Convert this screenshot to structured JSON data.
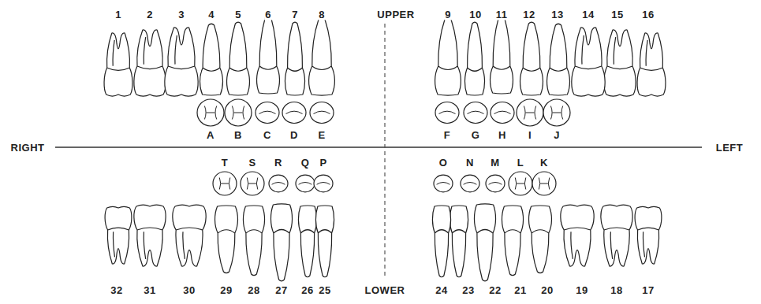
{
  "diagram": {
    "labels": [
      "1",
      "2",
      "3",
      "4",
      "5",
      "6",
      "7",
      "8",
      "UPPER",
      "9",
      "10",
      "11",
      "12",
      "13",
      "14",
      "15",
      "16",
      "A",
      "B",
      "C",
      "D",
      "E",
      "F",
      "G",
      "H",
      "I",
      "J",
      "RIGHT",
      "LEFT",
      "T",
      "S",
      "R",
      "Q",
      "P",
      "O",
      "N",
      "M",
      "L",
      "K",
      "32",
      "31",
      "30",
      "29",
      "28",
      "27",
      "26",
      "25",
      "LOWER",
      "24",
      "23",
      "22",
      "21",
      "20",
      "19",
      "18",
      "17"
    ]
  }
}
